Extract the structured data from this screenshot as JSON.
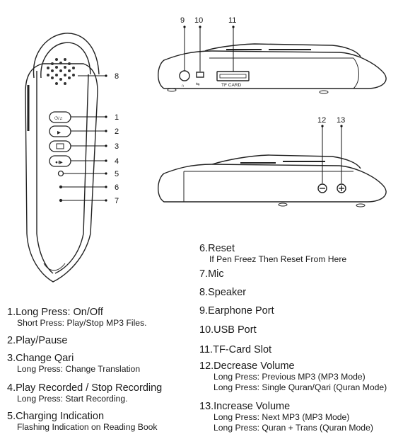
{
  "device_labels": {
    "speaker": "8",
    "power_button": "1",
    "play_button": "2",
    "qari_button": "3",
    "record_button": "4",
    "charging_led": "5",
    "reset_hole": "6",
    "mic": "7",
    "earphone_port": "9",
    "usb_port": "10",
    "tf_card_slot": "11",
    "decrease_volume": "12",
    "increase_volume": "13",
    "tf_card_text": "TF CARD"
  },
  "features": [
    {
      "title": "1.Long Press: On/Off",
      "detail": "Short Press: Play/Stop MP3 Files."
    },
    {
      "title": "2.Play/Pause"
    },
    {
      "title": "3.Change Qari",
      "detail": "Long Press: Change Translation"
    },
    {
      "title": "4.Play Recorded / Stop Recording",
      "detail": "Long Press: Start Recording."
    },
    {
      "title": "5.Charging Indication",
      "detail": "Flashing Indication on Reading Book"
    },
    {
      "title": "6.Reset",
      "detail": "If Pen Freez Then Reset From Here"
    },
    {
      "title": "7.Mic"
    },
    {
      "title": "8.Speaker"
    },
    {
      "title": "9.Earphone Port"
    },
    {
      "title": "10.USB Port"
    },
    {
      "title": "11.TF-Card Slot"
    },
    {
      "title": "12.Decrease Volume",
      "detail": "Long Press: Previous MP3 (MP3 Mode)",
      "detail2": "Long Press: Single Quran/Qari (Quran Mode)"
    },
    {
      "title": "13.Increase Volume",
      "detail": "Long Press: Next MP3 (MP3 Mode)",
      "detail2": "Long Press: Quran + Trans (Quran Mode)"
    }
  ]
}
